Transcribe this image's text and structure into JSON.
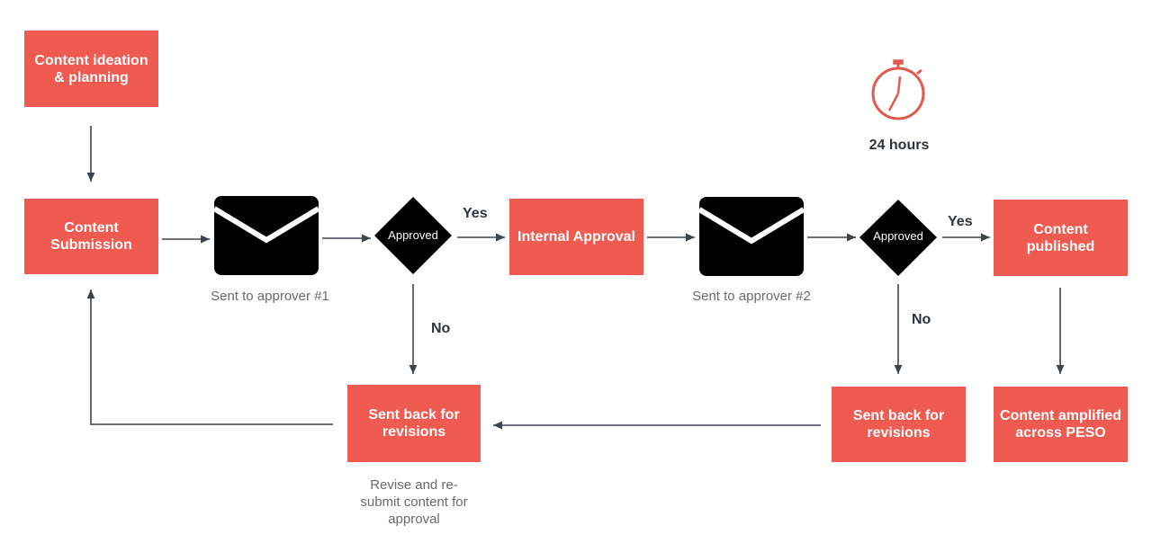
{
  "colors": {
    "box": "#ef5b50",
    "line": "#3d4350",
    "icon": "#000000"
  },
  "nodes": {
    "ideation": "Content ideation & planning",
    "submission": "Content Submission",
    "internal_approval": "Internal Approval",
    "published": "Content published",
    "amplified": "Content amplified across PESO",
    "revisions_1": "Sent back for revisions",
    "revisions_2": "Sent back for revisions"
  },
  "captions": {
    "approver_1": "Sent to approver #1",
    "approver_2": "Sent to approver #2",
    "revise_note": "Revise and re-submit content for approval"
  },
  "decisions": {
    "d1": "Approved",
    "d2": "Approved"
  },
  "edge_labels": {
    "yes_1": "Yes",
    "no_1": "No",
    "yes_2": "Yes",
    "no_2": "No"
  },
  "timer": {
    "icon": "stopwatch-icon",
    "text": "24 hours"
  },
  "icons": {
    "email": "envelope-icon"
  }
}
